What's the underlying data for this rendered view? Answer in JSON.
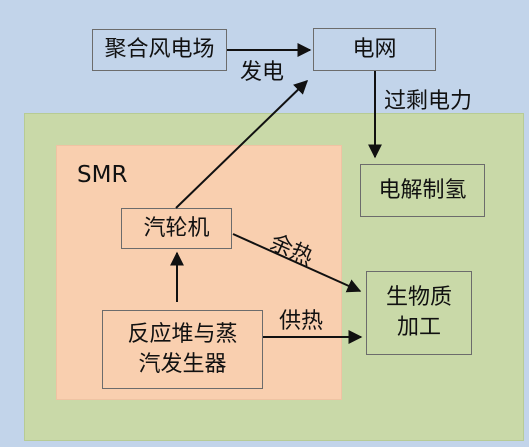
{
  "regions": {
    "smr_label": "SMR"
  },
  "nodes": {
    "wind_farm": "聚合风电场",
    "grid": "电网",
    "electrolysis": "电解制氢",
    "turbine": "汽轮机",
    "reactor_line1": "反应堆与蒸",
    "reactor_line2": "汽发生器",
    "processing_line1": "生物质",
    "processing_line2": "加工"
  },
  "edges": {
    "generation": "发电",
    "surplus_power": "过剩电力",
    "waste_heat": "余热",
    "heat_supply": "供热"
  },
  "colors": {
    "background": "#c2d4ea",
    "outer_region": "#c9d9a8",
    "smr_region": "#f9cfaf",
    "arrow": "#111111"
  }
}
